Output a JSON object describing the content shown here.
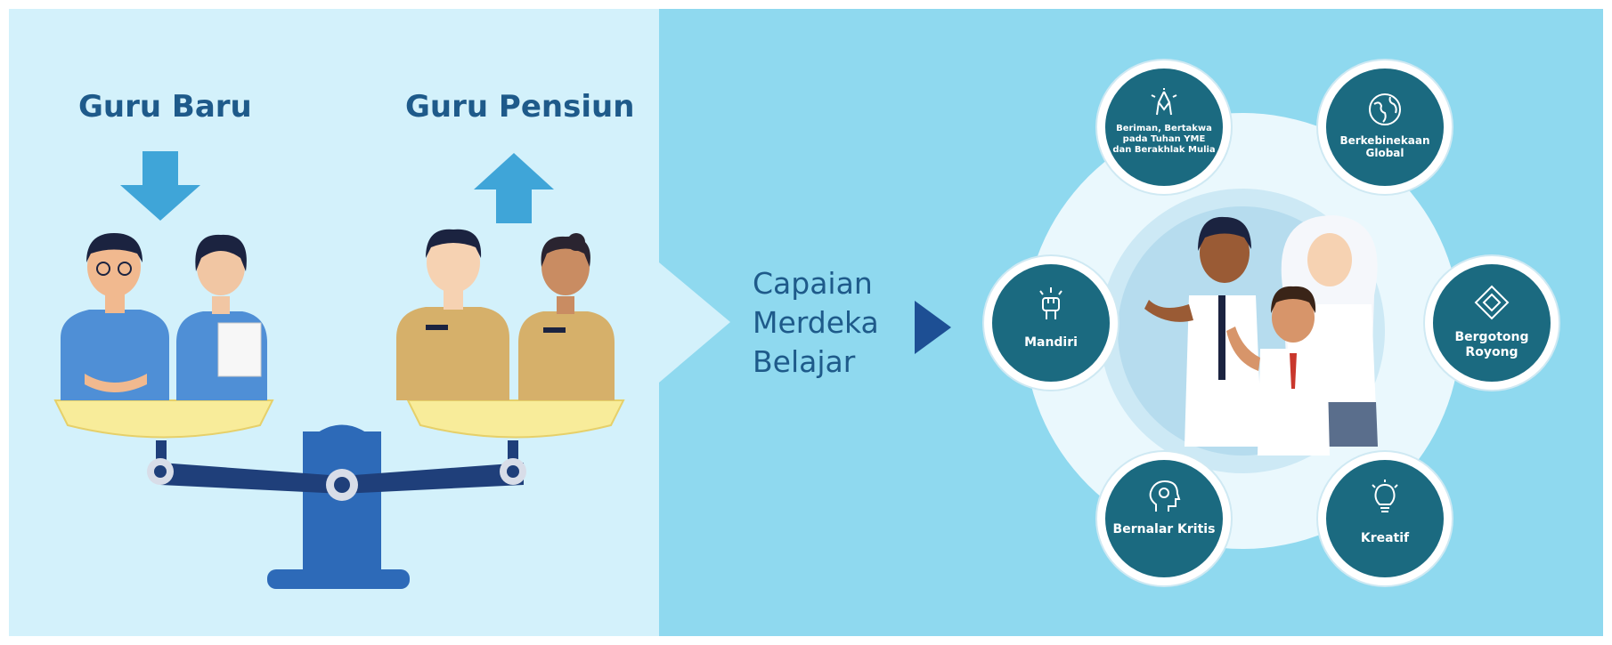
{
  "left_panel": {
    "label_new": "Guru Baru",
    "label_retire": "Guru Pensiun",
    "colors": {
      "background": "#d3f1fb",
      "scale": "#2d6ab8",
      "beam": "#1f3f7a",
      "pan": "#f8ec9a",
      "arrow": "#3fa5d8"
    }
  },
  "right_panel": {
    "center_label": [
      "Capaian",
      "Merdeka",
      "Belajar"
    ],
    "colors": {
      "background": "#8fd9ef",
      "circle": "#1b6a80",
      "text": "#1e5a8a"
    },
    "profiles": [
      {
        "label": "Beriman, Bertakwa pada Tuhan YME dan Berakhlak Mulia",
        "icon": "praying-hands-icon"
      },
      {
        "label": "Berkebinekaan Global",
        "icon": "globe-icon"
      },
      {
        "label": "Mandiri",
        "icon": "raised-fist-icon"
      },
      {
        "label": "Bergotong Royong",
        "icon": "teamwork-diamond-icon"
      },
      {
        "label": "Bernalar Kritis",
        "icon": "head-gear-icon"
      },
      {
        "label": "Kreatif",
        "icon": "lightbulb-icon"
      }
    ]
  }
}
